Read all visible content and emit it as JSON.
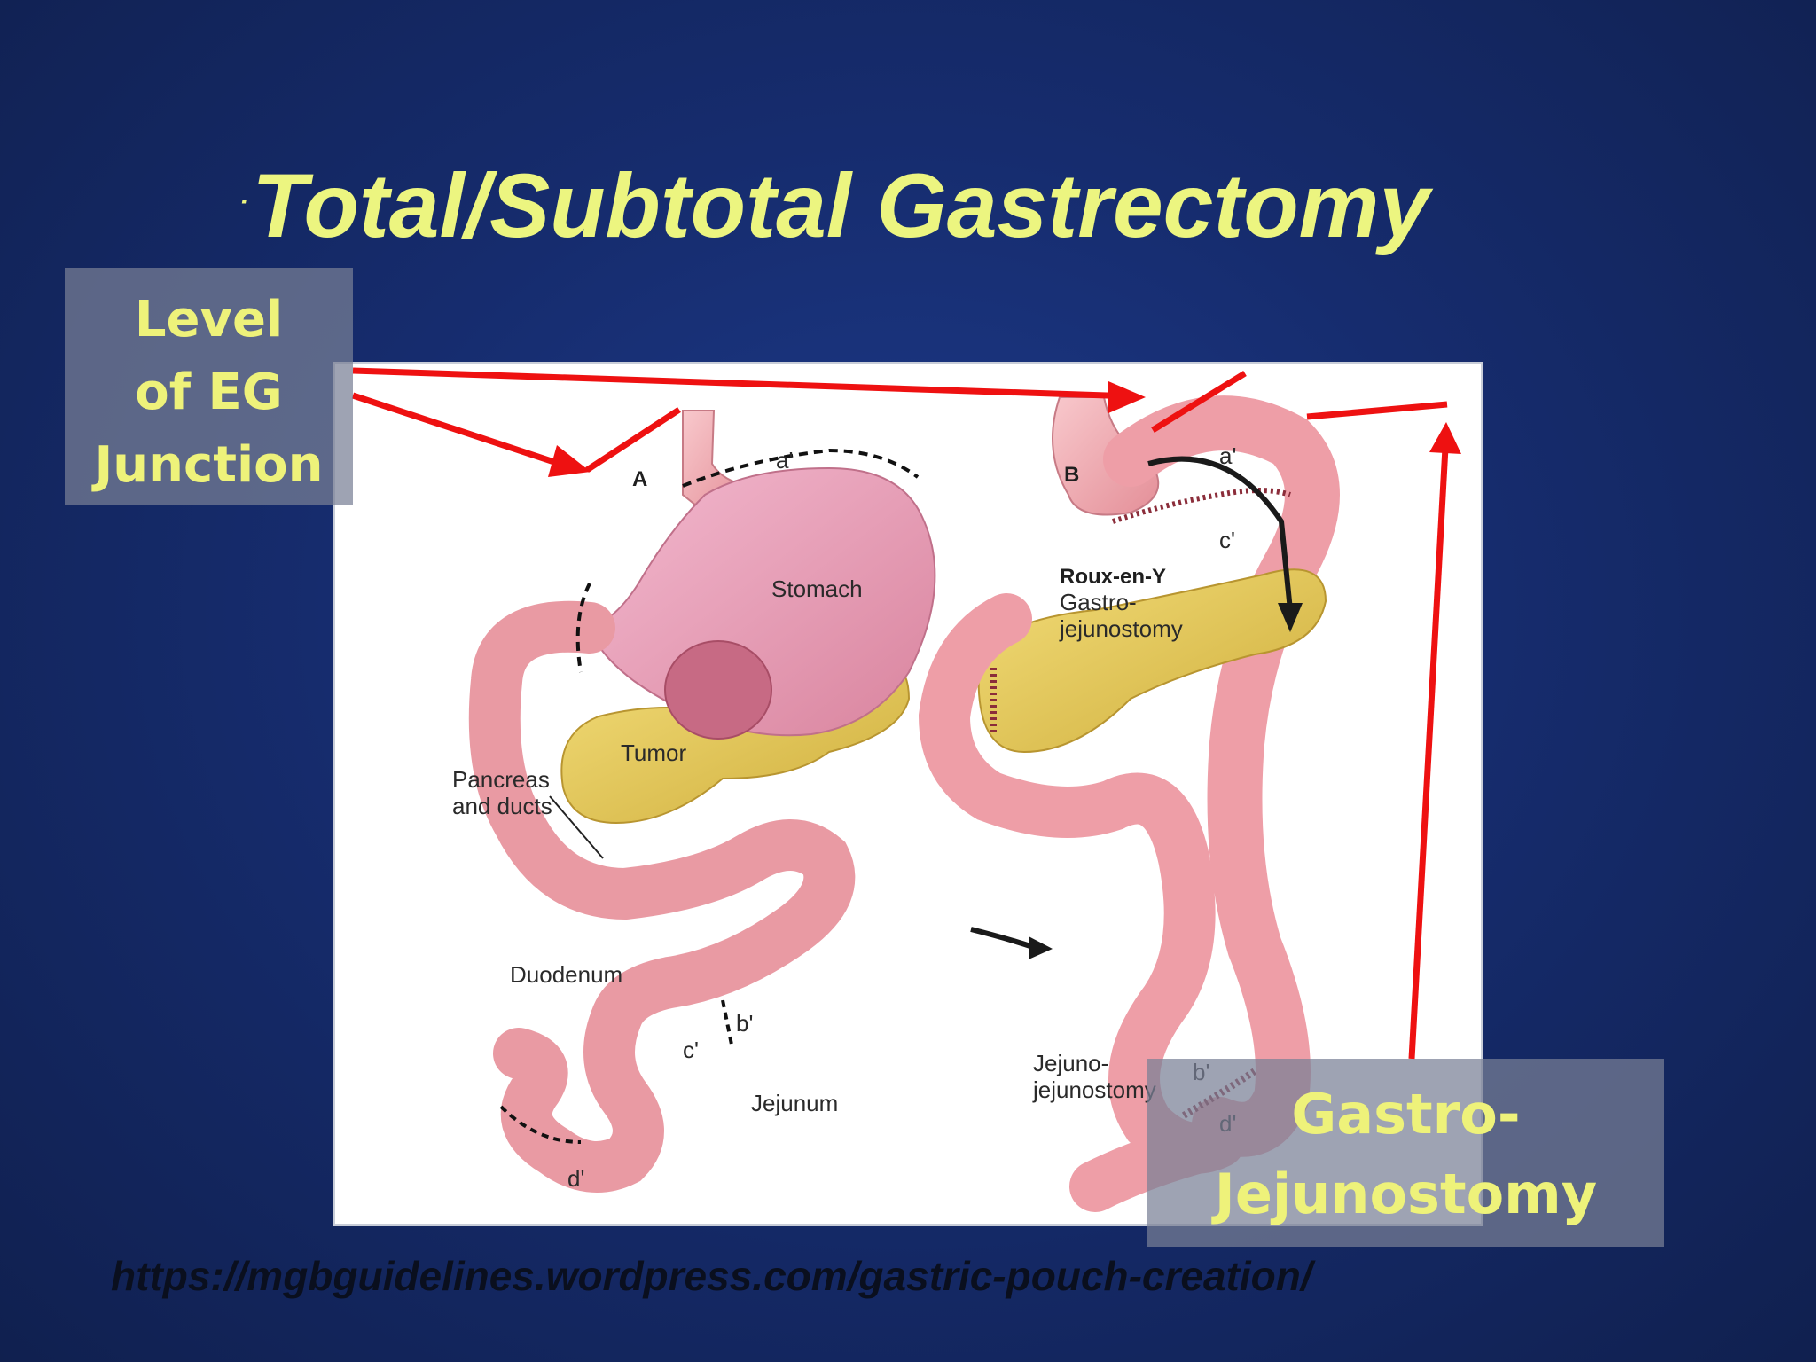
{
  "slide": {
    "title": "Total/Subtotal Gastrectomy",
    "title_bullet": "·",
    "source_url": "https://mgbguidelines.wordpress.com/gastric-pouch-creation/"
  },
  "callouts": {
    "eg_junction": [
      "Level",
      "of EG",
      "Junction"
    ],
    "gastro_jejunostomy": [
      "Gastro-",
      "Jejunostomy"
    ]
  },
  "figure": {
    "panel_a": {
      "letter": "A",
      "labels": {
        "a_prime": "a'",
        "stomach": "Stomach",
        "tumor": "Tumor",
        "pancreas_line1": "Pancreas",
        "pancreas_line2": "and ducts",
        "duodenum": "Duodenum",
        "b_prime": "b'",
        "c_prime": "c'",
        "jejunum": "Jejunum",
        "d_prime": "d'"
      }
    },
    "panel_b": {
      "letter": "B",
      "labels": {
        "a_prime": "a'",
        "c_prime": "c'",
        "roux_line1": "Roux-en-Y",
        "roux_line2": "Gastro-",
        "roux_line3": "jejunostomy",
        "jj_line1": "Jejuno-",
        "jj_line2": "jejunostomy",
        "b_prime": "b'",
        "d_prime": "d'"
      }
    }
  },
  "colors": {
    "background": "#162c6e",
    "title": "#ecf580",
    "arrow": "#ee1111",
    "organ_pink": "#f2aab0",
    "pancreas": "#e8cf63"
  }
}
